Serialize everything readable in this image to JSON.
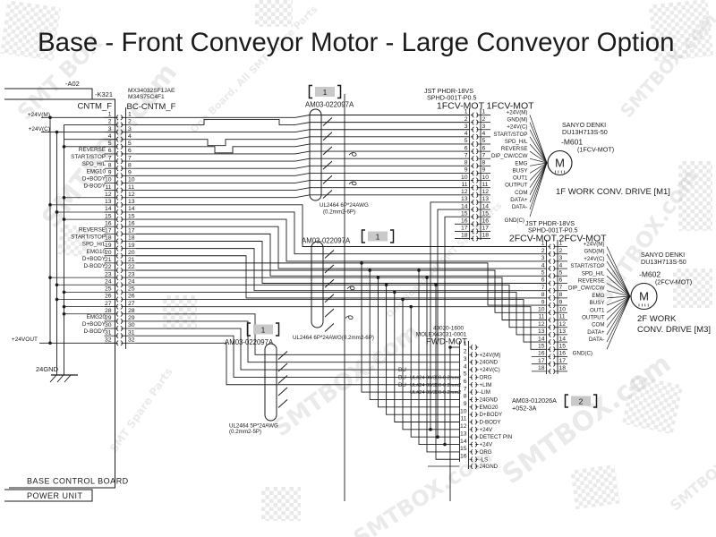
{
  "header": {
    "title": "Base - Front Conveyor Motor - Large Conveyor Option"
  },
  "board": {
    "ref_a": "-A02",
    "ref_k": "-K321",
    "base_label": "BASE CONTROL BOARD",
    "power_label": "POWER UNIT",
    "gnd_label": "24GND"
  },
  "left_connector": {
    "name": "CNTM_F",
    "mate_name": "BC-CNTM_F",
    "part1": "MX34032SF1JAE",
    "part2": "M34S75C4F1",
    "pins": 32,
    "label_24vm": "+24V(M)",
    "label_24vc": "+24V(C)",
    "label_24vout": "+24VOUT",
    "signals": [
      {
        "pin": 6,
        "label": "REVERSE"
      },
      {
        "pin": 7,
        "label": "START/STOP"
      },
      {
        "pin": 8,
        "label": "SPD_H/L"
      },
      {
        "pin": 9,
        "label": "EMG10"
      },
      {
        "pin": 10,
        "label": "D+BODY"
      },
      {
        "pin": 11,
        "label": "D-BODY"
      },
      {
        "pin": 17,
        "label": "REVERSE"
      },
      {
        "pin": 18,
        "label": "START/STOP"
      },
      {
        "pin": 19,
        "label": "SPD_H/L"
      },
      {
        "pin": 20,
        "label": "EMG10"
      },
      {
        "pin": 21,
        "label": "D+BODY"
      },
      {
        "pin": 22,
        "label": "D-BODY"
      },
      {
        "pin": 29,
        "label": "EMG20"
      },
      {
        "pin": 30,
        "label": "D+BODY"
      },
      {
        "pin": 31,
        "label": "D-BODY"
      }
    ]
  },
  "cables": [
    {
      "tag": "1",
      "part": "AM03-022097A",
      "spec": "UL2464 6P*24AWG",
      "spec2": "(0.2mm2-6P)"
    },
    {
      "tag": "1",
      "part": "AM03-022097A",
      "spec": "UL2464 6P*24AWG(0.2mm2-6P)",
      "spec2": ""
    },
    {
      "tag": "1",
      "part": "AM03-022097A",
      "spec": "UL2464 5P*24AWG",
      "spec2": "(0.2mm2-5P)"
    }
  ],
  "harness": {
    "tag": "2",
    "part": "AM03-012026A",
    "ref": "+052-3A"
  },
  "connector_1f": {
    "header1": "JST PHDR-18VS",
    "header2": "SPHD-001T-P0.5",
    "name_left": "1FCV-MOT",
    "name_right": "1FCV-MOT",
    "pins": 18,
    "signals": [
      "+24V(M)",
      "GND(M)",
      "+24V(C)",
      "START/STOP",
      "SPD_H/L",
      "REVERSE",
      "DIP_CW/CCW",
      "EMG",
      "BUSY",
      "OUT1",
      "OUTPUT",
      "COM",
      "DATA+",
      "DATA-",
      "GND(C)"
    ]
  },
  "connector_2f": {
    "header1": "JST PHDR-18VS",
    "header2": "SPHD-001T-P0.5",
    "name_left": "2FCV-MOT",
    "name_right": "2FCV-MOT",
    "pins": 18,
    "signals": [
      "+24V(M)",
      "GND(M)",
      "+24V(C)",
      "START/STOP",
      "SPD_H/L",
      "REVERSE",
      "DIP_CW/CCW",
      "EMG",
      "BUSY",
      "OUT1",
      "OUTPUT",
      "COM",
      "DATA+",
      "DATA-",
      "GND(C)"
    ]
  },
  "connector_fwd": {
    "header1": "43020-1600",
    "header2": "MOLEX43031-0001",
    "name": "FWD-MOT",
    "pins": 16,
    "signals": [
      "",
      "+24V(M)",
      "24GND",
      "+24V(C)",
      "ORG",
      "+LIM",
      "-LIM",
      "24GND",
      "EMG20",
      "D+BODY",
      "D-BODY",
      "+24V",
      "DETECT PIN",
      "+24V",
      "ORG",
      "-LS"
    ],
    "extra_gnd": "24GND",
    "wire_notes": [
      {
        "pin": 4,
        "color": "BU",
        "spec": ""
      },
      {
        "pin": 5,
        "color": "BU",
        "spec": "UL#24 80/300-0.2mm2"
      },
      {
        "pin": 6,
        "color": "BU",
        "spec": "UL#24 80/300-0.2mm2"
      },
      {
        "pin": 7,
        "color": "",
        "spec": "UL#24 80/300-0.2mm2"
      }
    ]
  },
  "motor1": {
    "brand": "SANYO DENKI",
    "model": "DU13H713S-50",
    "ref": "-M601",
    "conn": "(1FCV-MOT)",
    "symbol": "M",
    "caption": "1F WORK CONV. DRIVE [M1]"
  },
  "motor2": {
    "brand": "SANYO DENKI",
    "model": "DU13H713S-50",
    "ref": "-M602",
    "conn": "(2FCV-MOT)",
    "symbol": "M",
    "caption_line1": "2F WORK",
    "caption_line2": "CONV. DRIVE [M3]"
  },
  "watermarks": {
    "texts": [
      "SMTBOX.com",
      "SMT BOX",
      "One Board, All SMT Spare Parts",
      "SMT Spare Parts"
    ]
  }
}
